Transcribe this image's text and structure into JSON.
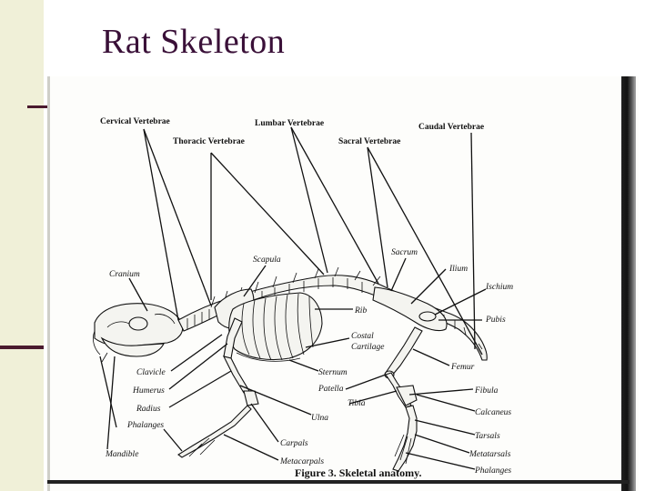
{
  "slide": {
    "title": "Rat Skeleton"
  },
  "figure": {
    "caption": "Figure 3. Skeletal anatomy.",
    "labels": {
      "cervical_vertebrae": "Cervical Vertebrae",
      "thoracic_vertebrae": "Thoracic Vertebrae",
      "lumbar_vertebrae": "Lumbar Vertebrae",
      "sacral_vertebrae": "Sacral Vertebrae",
      "caudal_vertebrae": "Caudal Vertebrae",
      "cranium": "Cranium",
      "scapula": "Scapula",
      "sacrum": "Sacrum",
      "ilium": "Ilium",
      "ischium": "Ischium",
      "pubis": "Pubis",
      "rib": "Rib",
      "costal": "Costal",
      "cartilage": "Cartilage",
      "sternum": "Sternum",
      "femur": "Femur",
      "patella": "Patella",
      "tibia": "Tibia",
      "fibula": "Fibula",
      "calcaneus": "Calcaneus",
      "clavicle": "Clavicle",
      "humerus": "Humerus",
      "radius": "Radius",
      "ulna": "Ulna",
      "phalanges_fore": "Phalanges",
      "mandible": "Mandible",
      "carpals": "Carpals",
      "metacarpals": "Metacarpals",
      "tarsals": "Tarsals",
      "metatarsals": "Metatarsals",
      "phalanges_hind": "Phalanges"
    }
  }
}
